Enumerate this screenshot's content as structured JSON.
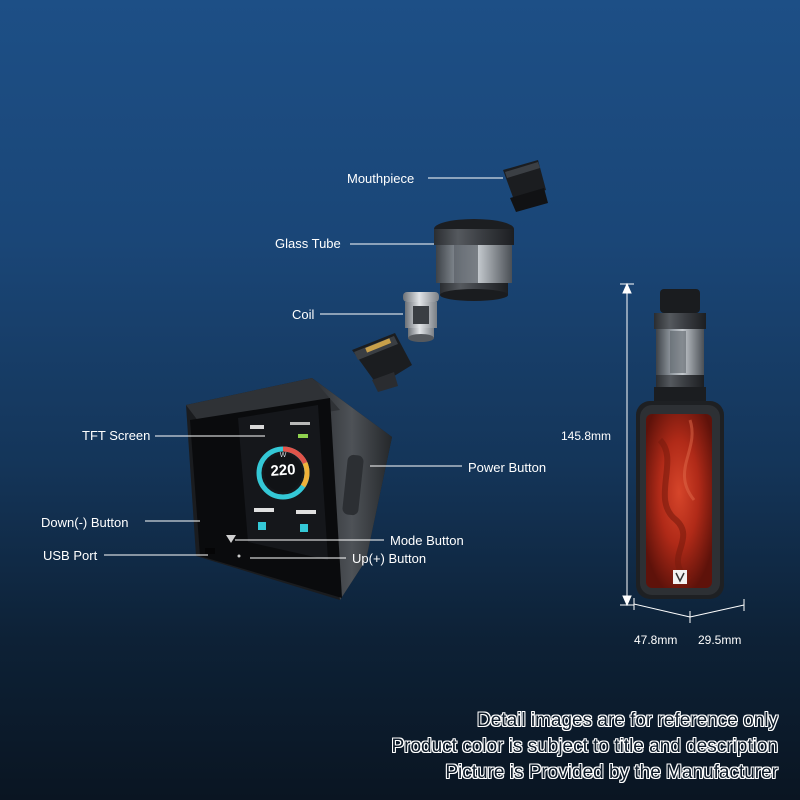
{
  "labels": {
    "mouthpiece": "Mouthpiece",
    "glass_tube": "Glass Tube",
    "coil": "Coil",
    "tft_screen": "TFT Screen",
    "power_button": "Power Button",
    "down_button": "Down(-) Button",
    "mode_button": "Mode Button",
    "usb_port": "USB Port",
    "up_button": "Up(+) Button"
  },
  "dimensions": {
    "height": "145.8mm",
    "width": "47.8mm",
    "depth": "29.5mm"
  },
  "screen": {
    "value": "220",
    "unit": "W"
  },
  "disclaimer": {
    "line1": "Detail images are for reference only",
    "line2": "Product color is subject to title and description",
    "line3": "Picture is Provided by the Manufacturer"
  },
  "colors": {
    "background_top": "#1d4f86",
    "background_bottom": "#0a1522",
    "resin_panel": "#b02a18"
  }
}
